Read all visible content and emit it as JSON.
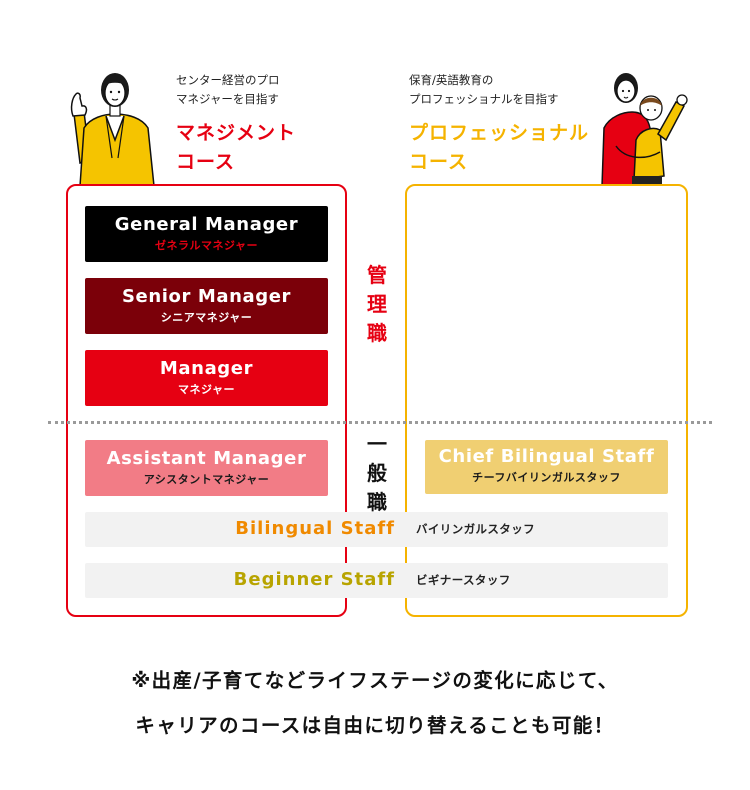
{
  "management_course": {
    "intro": [
      "センター経営のプロ",
      "マネジャーを目指す"
    ],
    "title": [
      "マネジメント",
      "コース"
    ],
    "color": "#e60012"
  },
  "professional_course": {
    "intro": [
      "保育/英語教育の",
      "プロフェッショナルを目指す"
    ],
    "title": [
      "プロフェッショナル",
      "コース"
    ],
    "color": "#f5b300"
  },
  "ranks": {
    "general_manager": {
      "en": "General Manager",
      "jp": "ゼネラルマネジャー",
      "bg": "#000000",
      "jp_color": "#e60012"
    },
    "senior_manager": {
      "en": "Senior Manager",
      "jp": "シニアマネジャー",
      "bg": "#7b0009"
    },
    "manager": {
      "en": "Manager",
      "jp": "マネジャー",
      "bg": "#e60012"
    },
    "assistant_manager": {
      "en": "Assistant Manager",
      "jp": "アシスタントマネジャー",
      "bg": "#f27c86"
    },
    "chief_bilingual_staff": {
      "en": "Chief Bilingual Staff",
      "jp": "チーフバイリンガルスタッフ",
      "bg": "#f0cf72"
    },
    "bilingual_staff": {
      "en": "Bilingual Staff",
      "jp": "バイリンガルスタッフ",
      "color": "#f08a00"
    },
    "beginner_staff": {
      "en": "Beginner Staff",
      "jp": "ビギナースタッフ",
      "color": "#b8a400"
    }
  },
  "tiers": {
    "management": "管理職",
    "general": "一般職"
  },
  "note": [
    "※出産/子育てなどライフステージの変化に応じて、",
    "キャリアのコースは自由に切り替えることも可能！"
  ]
}
